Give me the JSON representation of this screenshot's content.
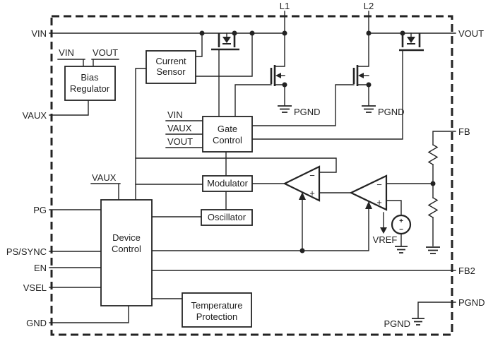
{
  "diagram": {
    "pins": {
      "vin": "VIN",
      "vaux": "VAUX",
      "pg": "PG",
      "ps_sync": "PS/SYNC",
      "en": "EN",
      "vsel": "VSEL",
      "gnd": "GND",
      "l1": "L1",
      "l2": "L2",
      "vout": "VOUT",
      "fb": "FB",
      "fb2": "FB2",
      "pgnd": "PGND"
    },
    "blocks": {
      "bias_regulator": {
        "line1": "Bias",
        "line2": "Regulator",
        "input1": "VIN",
        "input2": "VOUT"
      },
      "current_sensor": {
        "line1": "Current",
        "line2": "Sensor"
      },
      "gate_control": {
        "line1": "Gate",
        "line2": "Control",
        "input1": "VIN",
        "input2": "VAUX",
        "input3": "VOUT"
      },
      "modulator": {
        "label": "Modulator"
      },
      "oscillator": {
        "label": "Oscillator"
      },
      "device_control": {
        "line1": "Device",
        "line2": "Control",
        "vaux_input": "VAUX"
      },
      "temperature_protection": {
        "line1": "Temperature",
        "line2": "Protection"
      }
    },
    "labels": {
      "pgnd_switch_left": "PGND",
      "pgnd_switch_right": "PGND",
      "pgnd_bottom": "PGND",
      "vref": "VREF"
    },
    "symbols": {
      "plus": "+",
      "minus": "−"
    },
    "colors": {
      "line": "#232323",
      "background": "#ffffff"
    }
  }
}
